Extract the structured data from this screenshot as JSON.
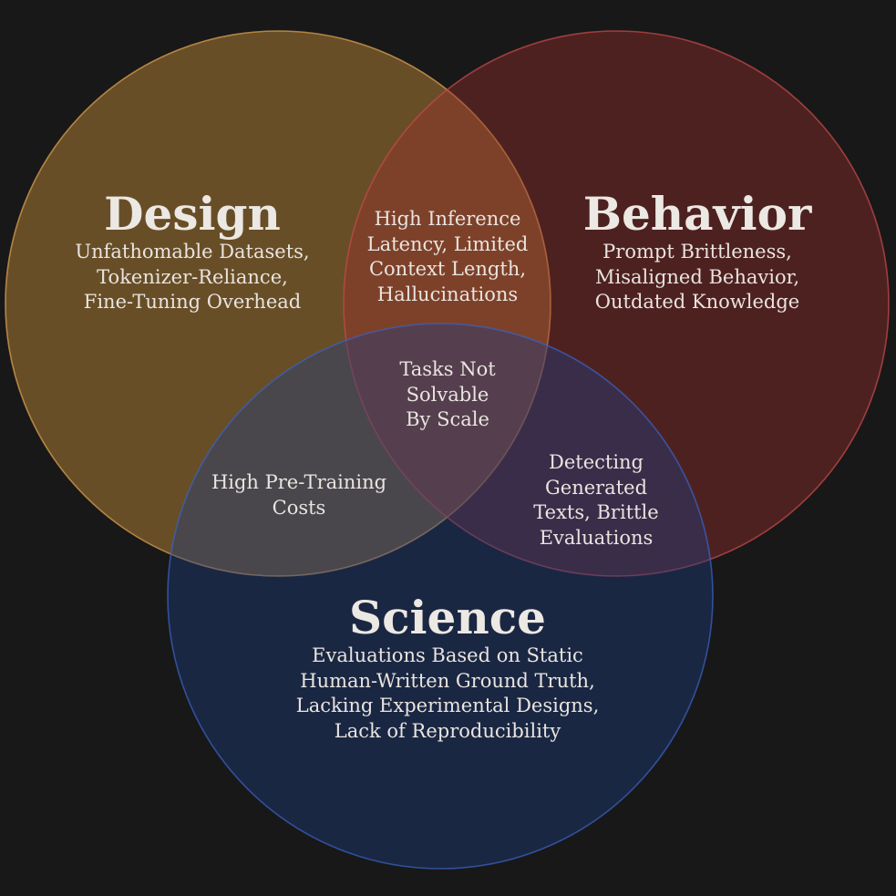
{
  "background": "#181818",
  "sets": [
    {
      "key": "design",
      "title": "Design",
      "lines": [
        "Unfathomable Datasets,",
        "Tokenizer-Reliance,",
        "Fine-Tuning Overhead"
      ],
      "fill": "#d99a3f",
      "stroke": "#d9a050"
    },
    {
      "key": "behavior",
      "title": "Behavior",
      "lines": [
        "Prompt Brittleness,",
        "Misaligned Behavior,",
        "Outdated Knowledge"
      ],
      "fill": "#9b2f2f",
      "stroke": "#c44a4a"
    },
    {
      "key": "science",
      "title": "Science",
      "lines": [
        "Evaluations Based on Static",
        "Human-Written Ground Truth,",
        "Lacking Experimental Designs,",
        "Lack of Reproducibility"
      ],
      "fill": "#1e3e80",
      "stroke": "#3a62c0"
    }
  ],
  "intersections": {
    "design_behavior": [
      "High Inference",
      "Latency, Limited",
      "Context Length,",
      "Hallucinations"
    ],
    "design_science": [
      "High Pre-Training",
      "Costs"
    ],
    "behavior_science": [
      "Detecting",
      "Generated",
      "Texts, Brittle",
      "Evaluations"
    ],
    "center": [
      "Tasks Not",
      "Solvable",
      "By Scale"
    ]
  }
}
